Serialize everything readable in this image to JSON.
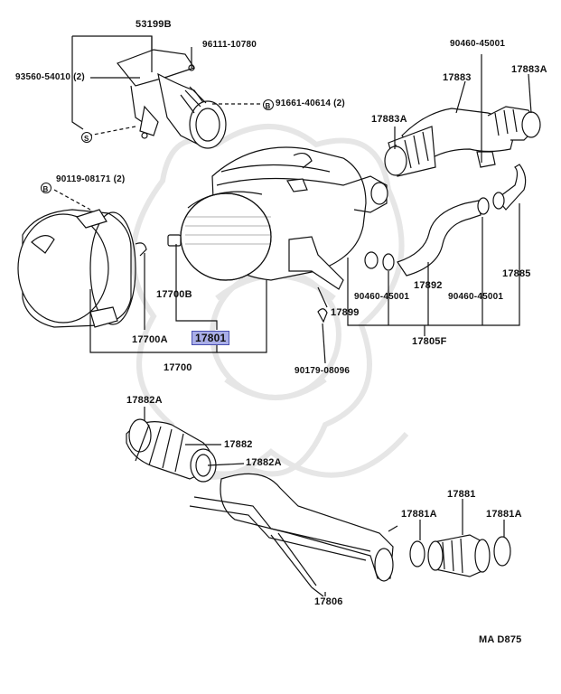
{
  "labels": {
    "p53199B": "53199B",
    "p96111": "96111-10780",
    "p93560": "93560-54010 (2)",
    "p91661": "91661-40614 (2)",
    "p90119": "90119-08171 (2)",
    "p90460a": "90460-45001",
    "p17883": "17883",
    "p17883Aa": "17883A",
    "p17883Ab": "17883A",
    "p17700B": "17700B",
    "p17700A": "17700A",
    "p17801": "17801",
    "p17700": "17700",
    "p17892": "17892",
    "p17885": "17885",
    "p90460b": "90460-45001",
    "p90460c": "90460-45001",
    "p17899": "17899",
    "p17805F": "17805F",
    "p90179": "90179-08096",
    "p17882Aa": "17882A",
    "p17882": "17882",
    "p17882Ab": "17882A",
    "p17881": "17881",
    "p17881Aa": "17881A",
    "p17881Ab": "17881A",
    "p17806": "17806",
    "code": "MA  D875"
  },
  "markers": {
    "b": "B",
    "s": "S"
  },
  "colors": {
    "line": "#111111",
    "highlight": "#a9aee8",
    "watermark": "#d9d9d9"
  }
}
